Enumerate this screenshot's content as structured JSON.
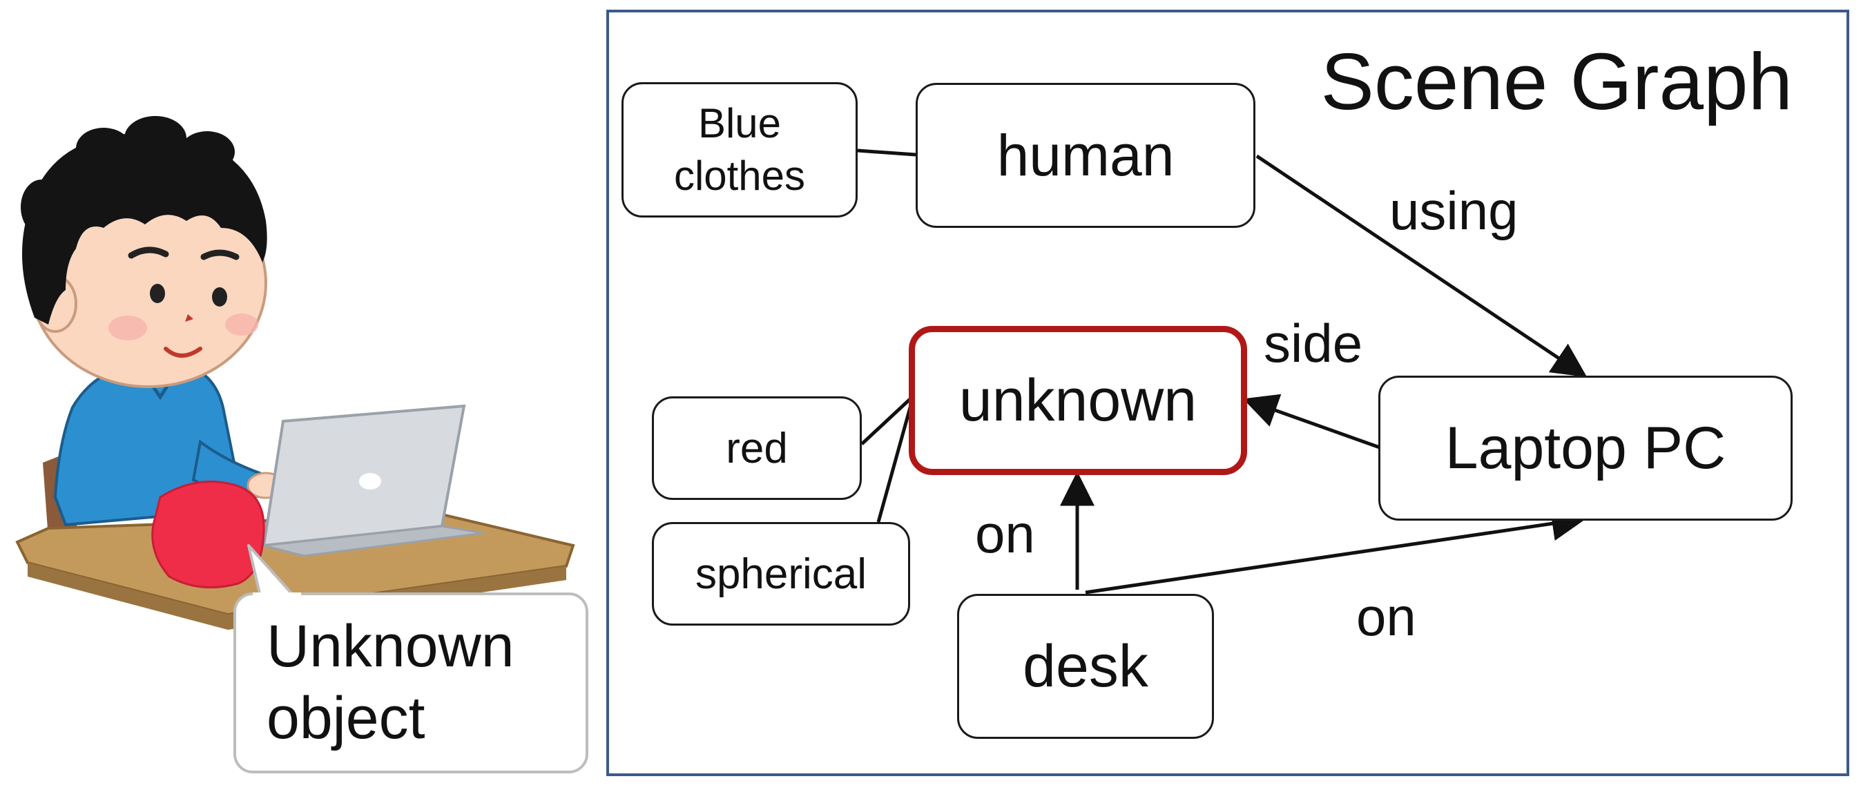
{
  "callout": {
    "line1": "Unknown",
    "line2": "object"
  },
  "scene_graph": {
    "title": "Scene Graph",
    "nodes": {
      "blue_clothes": {
        "line1": "Blue",
        "line2": "clothes"
      },
      "human": "human",
      "unknown": "unknown",
      "laptop_pc": "Laptop PC",
      "red": "red",
      "spherical": "spherical",
      "desk": "desk"
    },
    "edges": {
      "human_laptop": "using",
      "laptop_unknown": "side",
      "desk_unknown": "on",
      "desk_laptop": "on"
    }
  },
  "colors": {
    "panel_border": "#3c5a8a",
    "highlight_border": "#b01818",
    "unknown_object": "#ef2d48",
    "shirt": "#2c8fd0"
  }
}
